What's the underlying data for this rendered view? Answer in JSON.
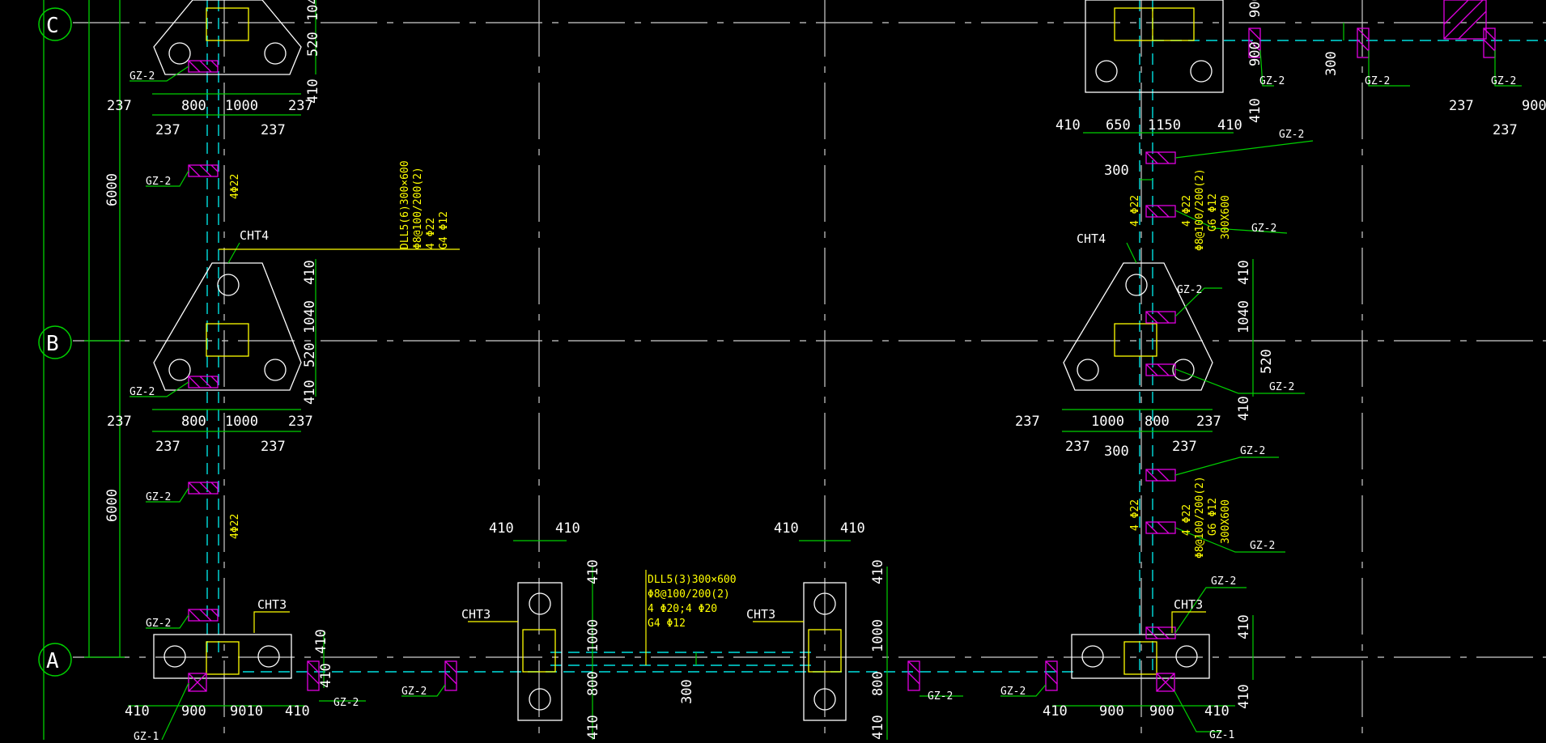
{
  "axes": [
    "C",
    "B",
    "A"
  ],
  "labels": {
    "gz2": "GZ-2",
    "gz1": "GZ-1",
    "cht4": "CHT4",
    "cht3": "CHT3",
    "r422": "4Φ22",
    "r422b": "4 Φ22",
    "r8": "Φ8@100/200(2)",
    "g6": "G6 Φ12",
    "s300x600": "300X600"
  },
  "beams": {
    "dll56": [
      "DLL5(6)300×600",
      "Φ8@100/200(2)",
      "4 Φ22",
      "G4 Φ12"
    ],
    "dll53": [
      "DLL5(3)300×600",
      "Φ8@100/200(2)",
      "4 Φ20;4 Φ20",
      "G4 Φ12"
    ]
  },
  "dims": {
    "d237": "237",
    "d800": "800",
    "d1000": "1000",
    "d900": "900",
    "d410": "410",
    "d520": "520",
    "d104": "104",
    "d1040": "1040",
    "d6000": "6000",
    "d650": "650",
    "d1150": "1150",
    "d300": "300",
    "d9010": "9010"
  }
}
